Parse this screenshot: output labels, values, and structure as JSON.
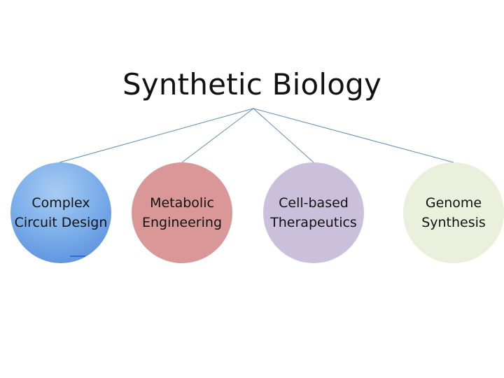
{
  "diagram": {
    "title": "Synthetic Biology",
    "nodes": [
      {
        "label": "Complex\nCircuit Design",
        "color": "#7eb0ea"
      },
      {
        "label": "Metabolic\nEngineering",
        "color": "#d99897"
      },
      {
        "label": "Cell-based\nTherapeutics",
        "color": "#cbc0dc"
      },
      {
        "label": "Genome\nSynthesis",
        "color": "#ebf0dc"
      }
    ],
    "connector_color": "#5f8bb5"
  }
}
